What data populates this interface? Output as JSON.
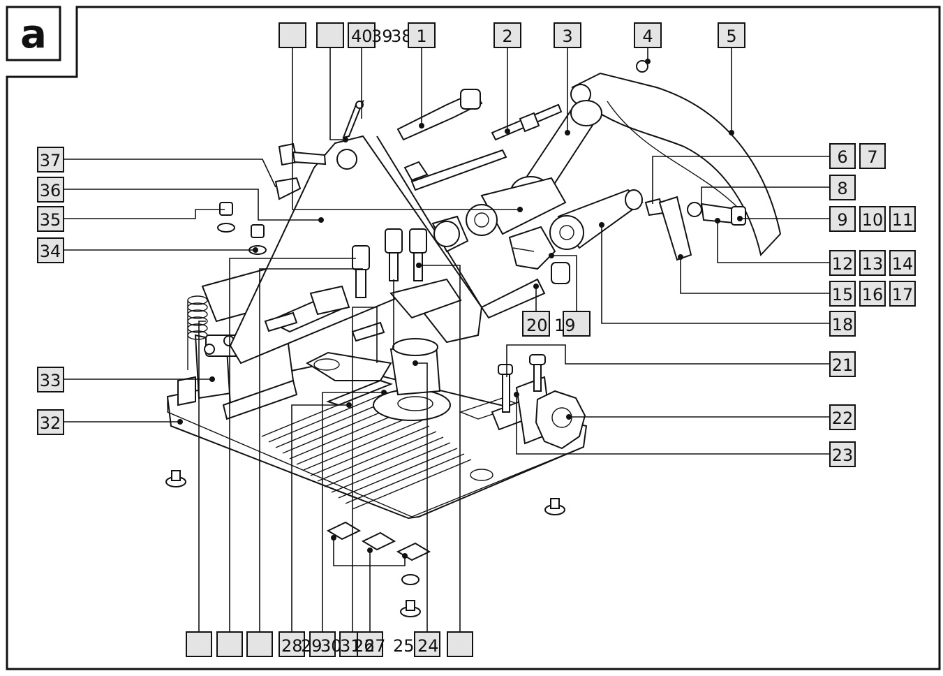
{
  "figure_letter": "a",
  "callouts": {
    "c1": "1",
    "c2": "2",
    "c3": "3",
    "c4": "4",
    "c5": "5",
    "c6": "6",
    "c7": "7",
    "c8": "8",
    "c9": "9",
    "c10": "10",
    "c11": "11",
    "c12": "12",
    "c13": "13",
    "c14": "14",
    "c15": "15",
    "c16": "16",
    "c17": "17",
    "c18": "18",
    "c19": "19",
    "c20": "20",
    "c21": "21",
    "c22": "22",
    "c23": "23",
    "c24": "24",
    "c25": "25",
    "c26": "26",
    "c27": "27",
    "c28": "28",
    "c29": "29",
    "c30": "30",
    "c31": "31",
    "c32": "32",
    "c33": "33",
    "c34": "34",
    "c35": "35",
    "c36": "36",
    "c37": "37",
    "c38": "38",
    "c39": "39",
    "c40": "40"
  }
}
